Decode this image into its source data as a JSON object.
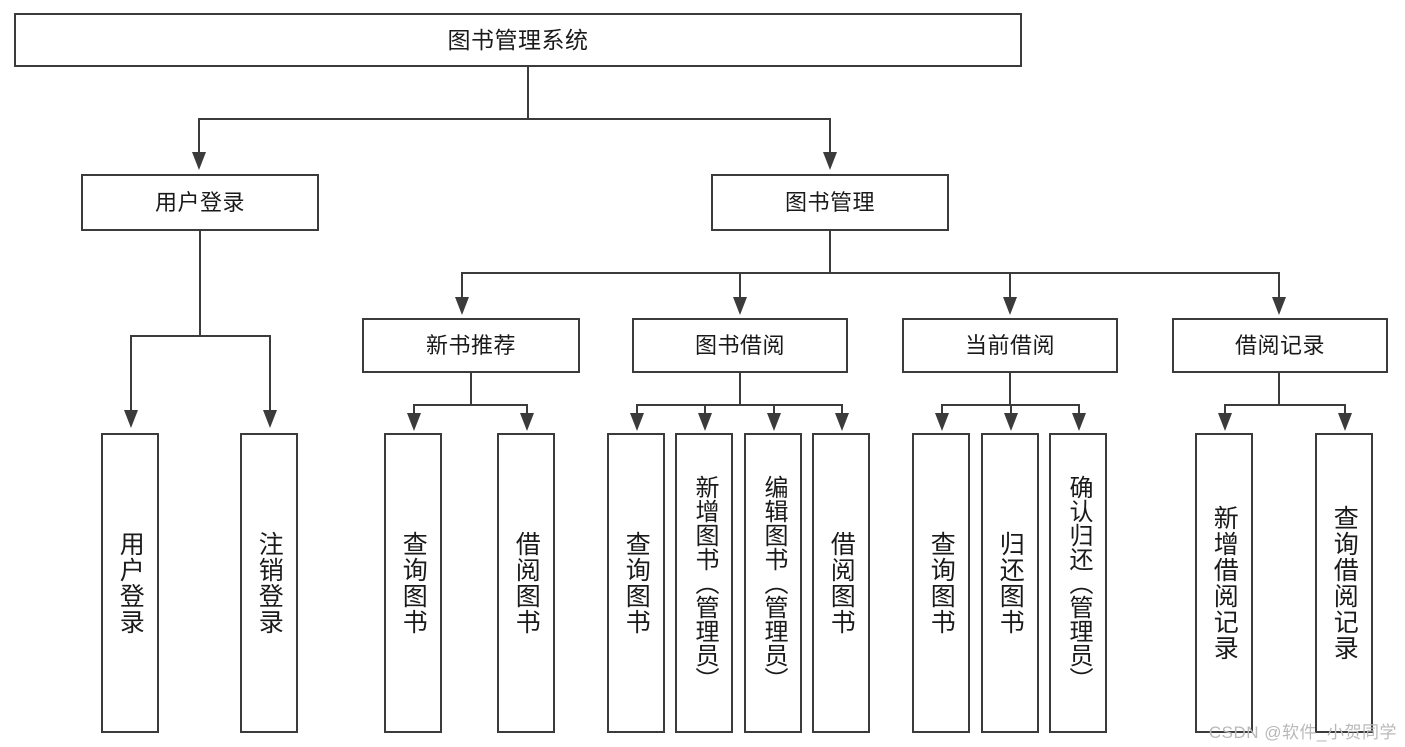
{
  "diagram": {
    "type": "tree-hierarchy-chart",
    "title": "图书管理系统",
    "watermark": "CSDN @软件_小贺同学",
    "colors": {
      "stroke": "#3b3b3b",
      "fill": "#ffffff",
      "text": "#1a1a1a",
      "watermark": "#b9b9b9"
    },
    "levels": {
      "level1": [
        "图书管理系统"
      ],
      "level2": [
        "用户登录",
        "图书管理"
      ],
      "level3": [
        "新书推荐",
        "图书借阅",
        "当前借阅",
        "借阅记录"
      ],
      "level4": [
        "用户登录",
        "注销登录",
        "查询图书",
        "借阅图书",
        "查询图书",
        "新增图书（管理员）",
        "编辑图书（管理员）",
        "借阅图书",
        "查询图书",
        "归还图书",
        "确认归还（管理员）",
        "新增借阅记录",
        "查询借阅记录"
      ]
    },
    "nodes": {
      "root": {
        "label": "图书管理系统"
      },
      "user_login": {
        "label": "用户登录"
      },
      "book_mgmt": {
        "label": "图书管理"
      },
      "new_book_rec": {
        "label": "新书推荐"
      },
      "book_borrow": {
        "label": "图书借阅"
      },
      "current_borrow": {
        "label": "当前借阅"
      },
      "borrow_record": {
        "label": "借阅记录"
      },
      "leaf_user_login": {
        "label": "用户登录"
      },
      "leaf_logout": {
        "label": "注销登录"
      },
      "leaf_query_book_1": {
        "label": "查询图书"
      },
      "leaf_borrow_book_1": {
        "label": "借阅图书"
      },
      "leaf_query_book_2": {
        "label": "查询图书"
      },
      "leaf_add_book_admin": {
        "label": "新增图书（管理员）"
      },
      "leaf_edit_book_admin": {
        "label": "编辑图书（管理员）"
      },
      "leaf_borrow_book_2": {
        "label": "借阅图书"
      },
      "leaf_query_book_3": {
        "label": "查询图书"
      },
      "leaf_return_book": {
        "label": "归还图书"
      },
      "leaf_confirm_return_admin": {
        "label": "确认归还（管理员）"
      },
      "leaf_add_record": {
        "label": "新增借阅记录"
      },
      "leaf_query_record": {
        "label": "查询借阅记录"
      }
    },
    "edges": [
      {
        "from": "root",
        "to": "user_login"
      },
      {
        "from": "root",
        "to": "book_mgmt"
      },
      {
        "from": "user_login",
        "to": "leaf_user_login"
      },
      {
        "from": "user_login",
        "to": "leaf_logout"
      },
      {
        "from": "book_mgmt",
        "to": "new_book_rec"
      },
      {
        "from": "book_mgmt",
        "to": "book_borrow"
      },
      {
        "from": "book_mgmt",
        "to": "current_borrow"
      },
      {
        "from": "book_mgmt",
        "to": "borrow_record"
      },
      {
        "from": "new_book_rec",
        "to": "leaf_query_book_1"
      },
      {
        "from": "new_book_rec",
        "to": "leaf_borrow_book_1"
      },
      {
        "from": "book_borrow",
        "to": "leaf_query_book_2"
      },
      {
        "from": "book_borrow",
        "to": "leaf_add_book_admin"
      },
      {
        "from": "book_borrow",
        "to": "leaf_edit_book_admin"
      },
      {
        "from": "book_borrow",
        "to": "leaf_borrow_book_2"
      },
      {
        "from": "current_borrow",
        "to": "leaf_query_book_3"
      },
      {
        "from": "current_borrow",
        "to": "leaf_return_book"
      },
      {
        "from": "current_borrow",
        "to": "leaf_confirm_return_admin"
      },
      {
        "from": "borrow_record",
        "to": "leaf_add_record"
      },
      {
        "from": "borrow_record",
        "to": "leaf_query_record"
      }
    ]
  }
}
